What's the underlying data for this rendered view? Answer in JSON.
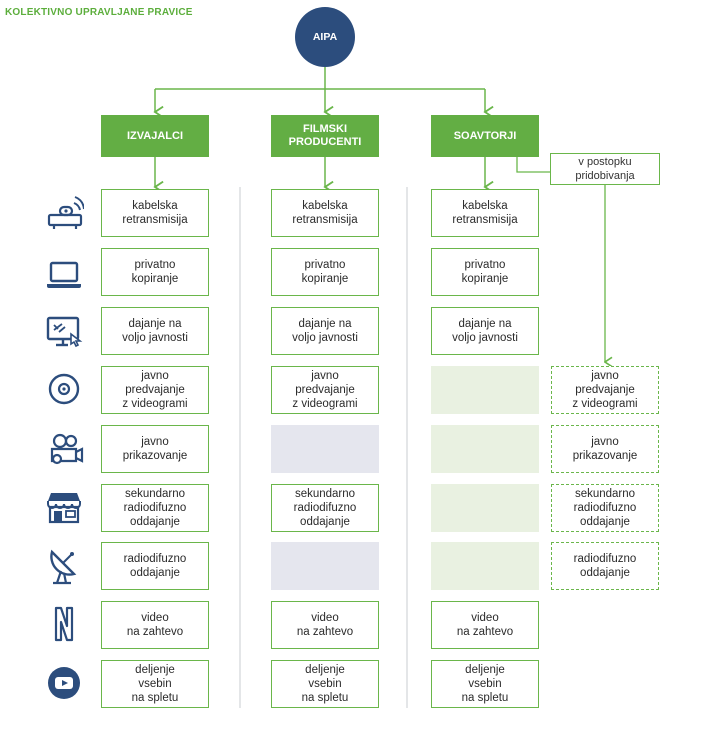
{
  "title": "KOLEKTIVNO UPRAVLJANE PRAVICE",
  "root": "AIPA",
  "columns": [
    {
      "label": "IZVAJALCI"
    },
    {
      "label": "FILMSKI PRODUCENTI"
    },
    {
      "label": "SOAVTORJI"
    }
  ],
  "note": "v postopku pridobivanja",
  "rows": [
    {
      "icon": "router-icon",
      "text": "kabelska\nretransmisija",
      "cells": [
        "solid",
        "solid",
        "solid",
        "none"
      ]
    },
    {
      "icon": "laptop-icon",
      "text": "privatno\nkopiranje",
      "cells": [
        "solid",
        "solid",
        "solid",
        "none"
      ]
    },
    {
      "icon": "monitor-touch-icon",
      "text": "dajanje na\nvoljo javnosti",
      "cells": [
        "solid",
        "solid",
        "solid",
        "none"
      ]
    },
    {
      "icon": "disc-icon",
      "text": "javno\npredvajanje\nz videogrami",
      "cells": [
        "solid",
        "solid",
        "empty-green",
        "dashed"
      ]
    },
    {
      "icon": "projector-icon",
      "text": "javno\nprikazovanje",
      "cells": [
        "solid",
        "empty-grey",
        "empty-green",
        "dashed"
      ]
    },
    {
      "icon": "store-icon",
      "text": "sekundarno\nradiodifuzno\noddajanje",
      "cells": [
        "solid",
        "solid",
        "empty-green",
        "dashed"
      ]
    },
    {
      "icon": "satellite-dish-icon",
      "text": "radiodifuzno\noddajanje",
      "cells": [
        "solid",
        "empty-grey",
        "empty-green",
        "dashed"
      ]
    },
    {
      "icon": "netflix-icon",
      "text": "video\nna zahtevo",
      "cells": [
        "solid",
        "solid",
        "solid",
        "none"
      ]
    },
    {
      "icon": "youtube-icon",
      "text": "deljenje\nvsebin\nna spletu",
      "cells": [
        "solid",
        "solid",
        "solid",
        "none"
      ]
    }
  ],
  "colors": {
    "green": "#63ae44",
    "navy": "#2c4d7d",
    "pale_green": "#e9f1e1",
    "pale_grey": "#e5e6ee"
  }
}
